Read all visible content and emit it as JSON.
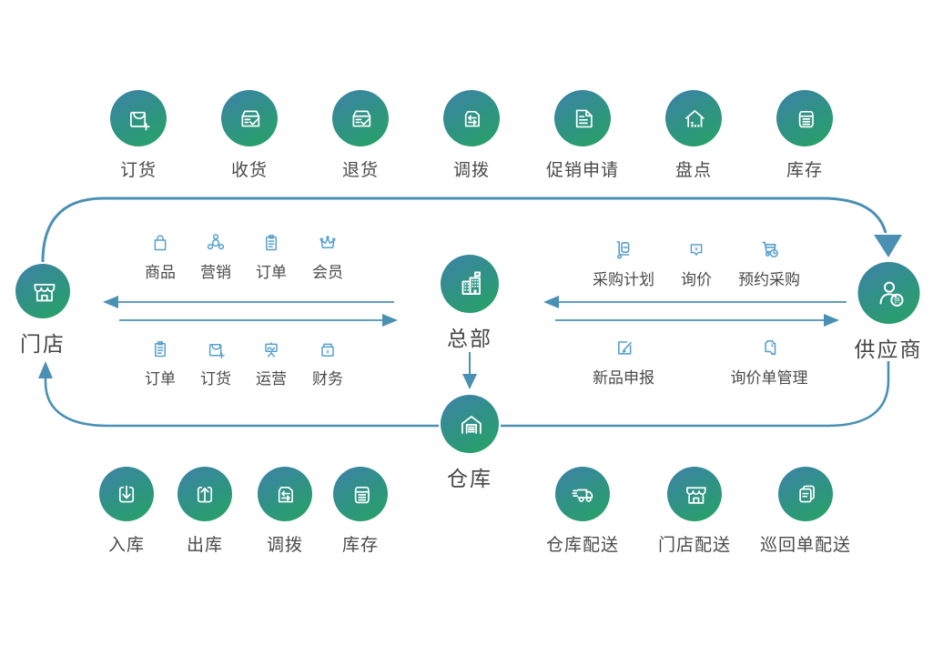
{
  "colors": {
    "circle_gradient_start": "#3e81a9",
    "circle_gradient_end": "#27a364",
    "connector": "#4a90b4",
    "module_icon": "#58a0cc",
    "label_text": "#4a4a4a"
  },
  "glyphs": {
    "yen": "¥"
  },
  "top_flow": {
    "items": [
      {
        "label": "订货",
        "icon": "bag-plus-icon"
      },
      {
        "label": "收货",
        "icon": "box-check-icon"
      },
      {
        "label": "退货",
        "icon": "box-check-icon"
      },
      {
        "label": "调拨",
        "icon": "box-swap-icon"
      },
      {
        "label": "促销申请",
        "icon": "document-lines-icon"
      },
      {
        "label": "盘点",
        "icon": "house-blocks-icon"
      },
      {
        "label": "库存",
        "icon": "storage-box-icon"
      }
    ]
  },
  "entities": {
    "store": {
      "label": "门店"
    },
    "headquarters": {
      "label": "总部"
    },
    "warehouse": {
      "label": "仓库"
    },
    "supplier": {
      "label": "供应商",
      "badge": "供"
    }
  },
  "store_hq_modules": {
    "row1": [
      {
        "label": "商品",
        "icon": "shopping-bag-icon"
      },
      {
        "label": "营销",
        "icon": "network-circles-icon"
      },
      {
        "label": "订单",
        "icon": "clipboard-icon"
      },
      {
        "label": "会员",
        "icon": "crown-icon"
      }
    ],
    "row2": [
      {
        "label": "订单",
        "icon": "clipboard-icon"
      },
      {
        "label": "订货",
        "icon": "bag-plus-icon"
      },
      {
        "label": "运营",
        "icon": "presentation-board-icon"
      },
      {
        "label": "财务",
        "icon": "cash-box-icon"
      }
    ]
  },
  "hq_supplier_modules": {
    "row1": [
      {
        "label": "采购计划",
        "icon": "trolley-icon"
      },
      {
        "label": "询价",
        "icon": "price-bubble-icon"
      },
      {
        "label": "预约采购",
        "icon": "cart-clock-icon"
      }
    ],
    "row2": [
      {
        "label": "新品申报",
        "icon": "edit-pencil-icon"
      },
      {
        "label": "询价单管理",
        "icon": "yen-document-icon"
      }
    ]
  },
  "warehouse_flow_left": {
    "items": [
      {
        "label": "入库",
        "icon": "arrow-in-box-icon"
      },
      {
        "label": "出库",
        "icon": "arrow-out-box-icon"
      },
      {
        "label": "调拨",
        "icon": "box-swap-icon"
      },
      {
        "label": "库存",
        "icon": "storage-box-icon"
      }
    ]
  },
  "warehouse_flow_right": {
    "items": [
      {
        "label": "仓库配送",
        "icon": "delivery-truck-icon"
      },
      {
        "label": "门店配送",
        "icon": "storefront-icon"
      },
      {
        "label": "巡回单配送",
        "icon": "stacked-docs-icon"
      }
    ]
  }
}
